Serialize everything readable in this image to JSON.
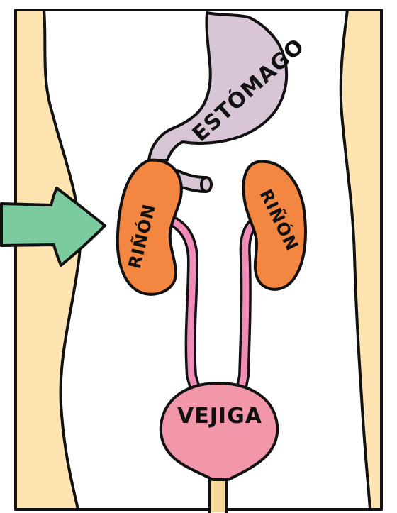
{
  "labels": {
    "stomach": "ESTÓMAGO",
    "kidney_left": "RIÑÓN",
    "kidney_right": "RIÑÓN",
    "bladder": "VEJIGA"
  },
  "colors": {
    "body_skin": "#fde4b0",
    "background": "#ffffff",
    "stomach": "#d8c6d6",
    "kidney": "#f38742",
    "ureter": "#f08cb8",
    "bladder": "#f297aa",
    "arrow": "#7bcb9f",
    "outline": "#111111"
  }
}
